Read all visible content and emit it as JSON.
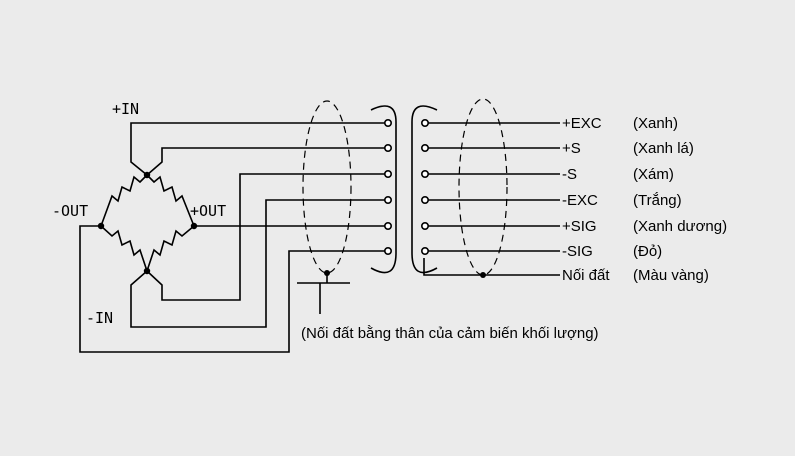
{
  "bridge_labels": {
    "plus_in": "+IN",
    "minus_out": "-OUT",
    "plus_out": "+OUT",
    "minus_in": "-IN"
  },
  "pins": [
    {
      "signal": "+EXC",
      "color": "(Xanh)"
    },
    {
      "signal": "+S",
      "color": "(Xanh lá)"
    },
    {
      "signal": "-S",
      "color": "(Xám)"
    },
    {
      "signal": "-EXC",
      "color": "(Trắng)"
    },
    {
      "signal": "+SIG",
      "color": "(Xanh dương)"
    },
    {
      "signal": "-SIG",
      "color": "(Đỏ)"
    },
    {
      "signal": "Nối đất",
      "color": "(Màu vàng)"
    }
  ],
  "ground_note": "(Nối đất bằng thân của cảm biến khối lượng)",
  "colors": {
    "background": "#ebebeb",
    "line": "#000000"
  }
}
